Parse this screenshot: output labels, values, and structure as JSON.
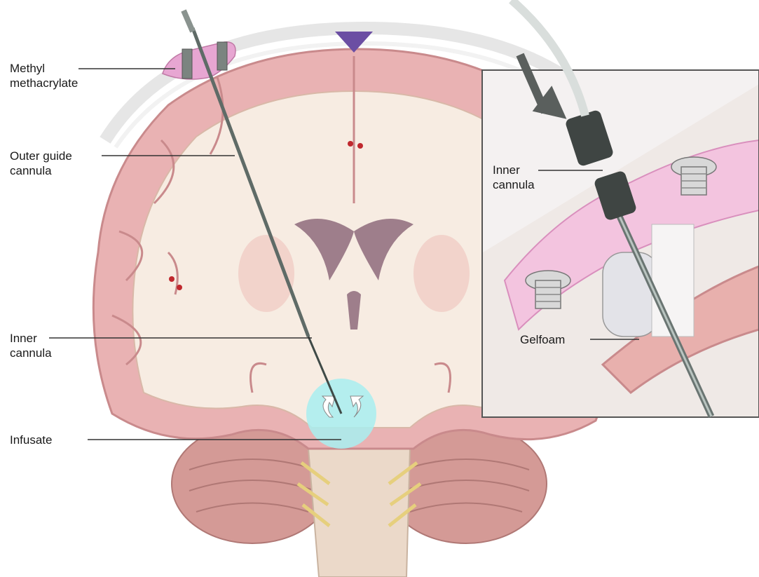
{
  "labels": {
    "methyl": [
      "Methyl",
      "methacrylate"
    ],
    "outer_guide": [
      "Outer guide",
      "cannula"
    ],
    "inner_left": [
      "Inner",
      "cannula"
    ],
    "infusate": [
      "Infusate"
    ],
    "inner_inset": [
      "Inner",
      "cannula"
    ],
    "gelfoam": [
      "Gelfoam"
    ]
  },
  "colors": {
    "cortex": "#e9b2b3",
    "cortex_edge": "#c98a8c",
    "white_matter": "#f7ece2",
    "ventricle": "#9e7e8b",
    "cerebellum": "#d59c98",
    "brainstem": "#ebd9c9",
    "skull": "#ececec",
    "cannula": "#6d7a76",
    "infusate": "#a8eef0",
    "methacrylate": "#e7a6d2",
    "leader": "#333333"
  }
}
